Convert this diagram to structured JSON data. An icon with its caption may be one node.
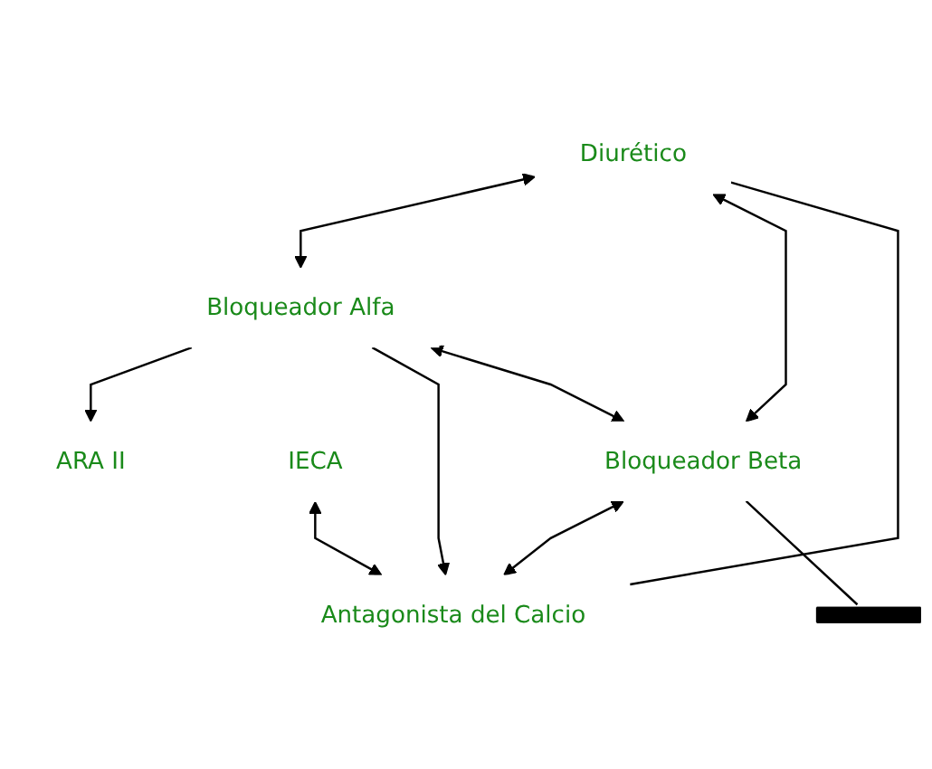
{
  "diagram": {
    "nodes": [
      {
        "text": [
          "Diurético"
        ]
      },
      {
        "text": [
          "ARA II"
        ]
      },
      {
        "text": [
          "Bloqueador Alfa"
        ]
      },
      {
        "text": [
          "IECA"
        ]
      },
      {
        "text": [],
        "shape": "bar"
      },
      {
        "text": [
          "Bloqueador Beta"
        ]
      },
      {
        "text": [
          "Antagonista del Calcio"
        ]
      }
    ],
    "edges": [
      {
        "from": 2,
        "to": 1,
        "arrow": "to"
      },
      {
        "from": 2,
        "to": 6,
        "arrow": "to"
      },
      {
        "from": 0,
        "to": 2,
        "arrow": "both"
      },
      {
        "from": 2,
        "to": 5,
        "arrow": "both"
      },
      {
        "from": 0,
        "to": 5,
        "arrow": "both"
      },
      {
        "from": 5,
        "to": 6,
        "arrow": "both"
      },
      {
        "from": 3,
        "to": 6,
        "arrow": "both"
      },
      {
        "from": 0,
        "to": 6,
        "arrow": "none"
      },
      {
        "from": 5,
        "to": 4,
        "arrow": "none"
      }
    ]
  }
}
